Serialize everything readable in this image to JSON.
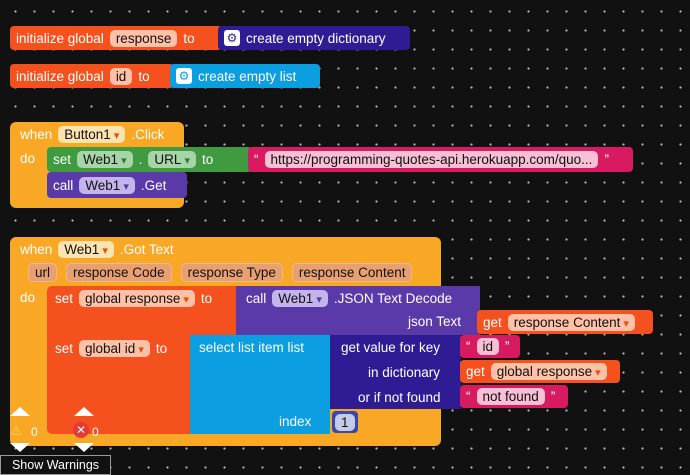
{
  "init_response": {
    "label": "initialize global",
    "name": "response",
    "to": "to",
    "value": "create empty dictionary"
  },
  "init_id": {
    "label": "initialize global",
    "name": "id",
    "to": "to",
    "value": "create empty list"
  },
  "button_event": {
    "when": "when",
    "component": "Button1",
    "event": ".Click",
    "do": "do",
    "set": "set",
    "set_component": "Web1",
    "dot": ".",
    "property": "URL",
    "to": "to",
    "url_text": "https://programming-quotes-api.herokuapp.com/quo...",
    "quote_open": "“",
    "quote_close": "”",
    "call": "call",
    "call_component": "Web1",
    "method": ".Get"
  },
  "web_event": {
    "when": "when",
    "component": "Web1",
    "event": ".Got Text",
    "do": "do",
    "params": [
      "url",
      "response Code",
      "response Type",
      "response Content"
    ],
    "set1": {
      "set": "set",
      "var": "global response",
      "to": "to",
      "call": "call",
      "component": "Web1",
      "method": ".JSON Text Decode",
      "arg_label": "json Text",
      "get": "get",
      "get_var": "response Content"
    },
    "set2": {
      "set": "set",
      "var": "global id",
      "to": "to",
      "select": "select list item  list",
      "index": "index",
      "index_value": "1",
      "dict_get": "get value for key",
      "key": "id",
      "in_dict": "in dictionary",
      "get": "get",
      "dict_var": "global response",
      "not_found_label": "or if not found",
      "not_found": "not found"
    }
  },
  "warnings": {
    "warning_count": "0",
    "error_count": "0",
    "show_warnings": "Show Warnings"
  }
}
